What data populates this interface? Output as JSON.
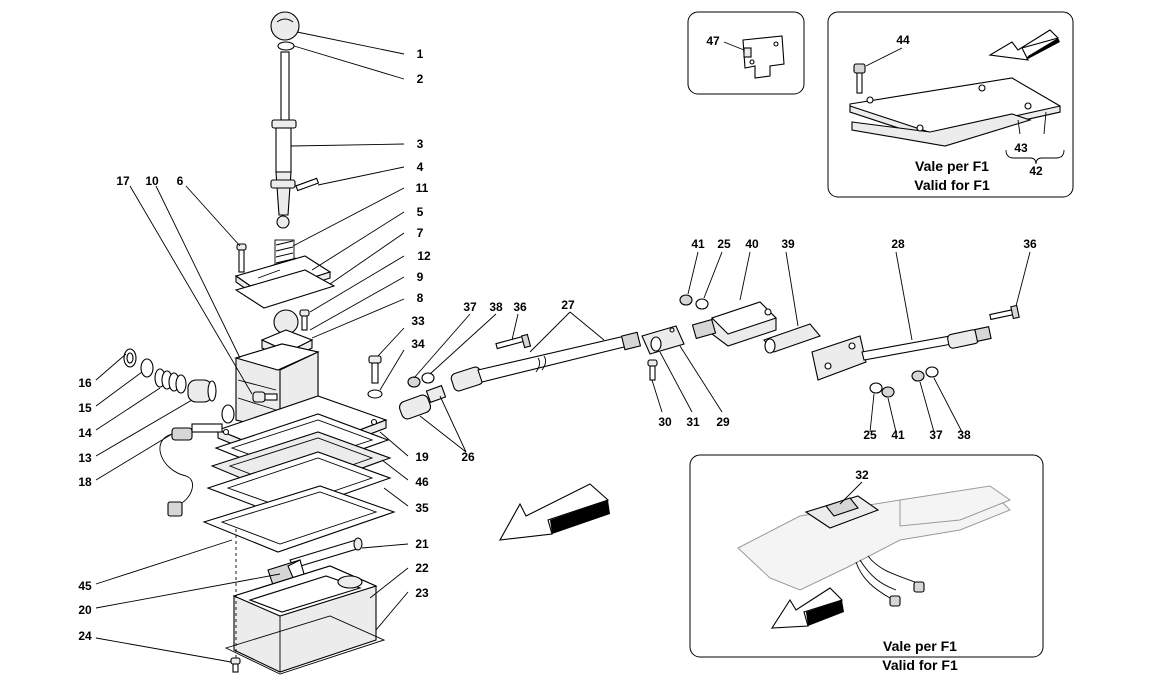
{
  "diagram": {
    "callouts": [
      "1",
      "2",
      "3",
      "4",
      "11",
      "5",
      "7",
      "12",
      "9",
      "8",
      "17",
      "10",
      "6",
      "33",
      "34",
      "16",
      "15",
      "14",
      "13",
      "18",
      "19",
      "46",
      "35",
      "21",
      "45",
      "20",
      "22",
      "23",
      "24",
      "26",
      "37",
      "38",
      "36",
      "27",
      "30",
      "31",
      "29",
      "41",
      "25",
      "40",
      "39",
      "28",
      "36",
      "25",
      "41",
      "37",
      "38",
      "47",
      "44",
      "43",
      "42",
      "32"
    ],
    "insets": [
      {
        "caption_line1": "Vale per F1",
        "caption_line2": "Valid for F1"
      },
      {
        "caption_line1": "Vale per F1",
        "caption_line2": "Valid for F1"
      }
    ]
  }
}
